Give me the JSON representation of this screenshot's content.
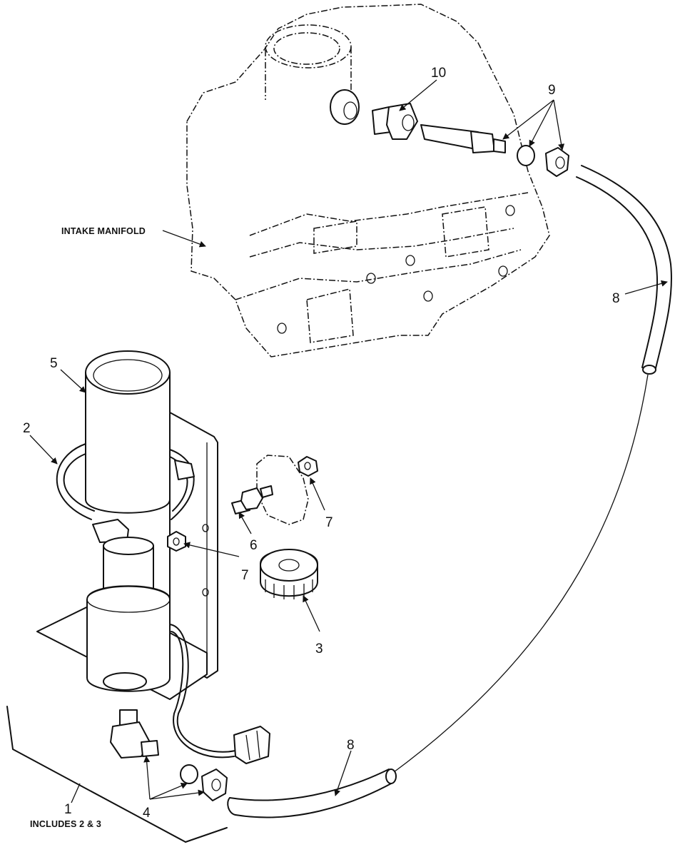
{
  "labels": {
    "intake_manifold": "INTAKE MANIFOLD",
    "callout_1": "1",
    "includes": "INCLUDES 2 & 3",
    "callout_2": "2",
    "callout_3": "3",
    "callout_4": "4",
    "callout_5": "5",
    "callout_6": "6",
    "callout_7a": "7",
    "callout_7b": "7",
    "callout_8a": "8",
    "callout_8b": "8",
    "callout_9": "9",
    "callout_10": "10"
  }
}
